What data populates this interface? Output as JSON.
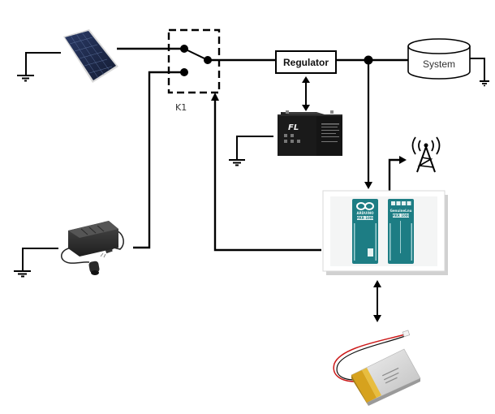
{
  "diagram": {
    "title": "Power supply block diagram",
    "components": {
      "solar_panel": {
        "name": "Solar panel",
        "icon": "solar-panel-icon"
      },
      "ac_adapter": {
        "name": "AC adapter",
        "icon": "ac-adapter-icon"
      },
      "relay": {
        "label": "K1"
      },
      "regulator": {
        "label": "Regulator"
      },
      "lead_acid_battery": {
        "name": "Battery",
        "brand": "FL",
        "icon": "battery-icon"
      },
      "system": {
        "label": "System"
      },
      "microcontroller": {
        "boards": [
          {
            "name": "ARDUINO",
            "model": "MKR 1000",
            "logo": "infinity-logo"
          },
          {
            "name": "GenuineLnu",
            "model": "MKR 1000"
          }
        ]
      },
      "antenna": {
        "icon": "radio-tower-icon"
      },
      "lipo_battery": {
        "icon": "lipo-battery-icon"
      }
    },
    "colors": {
      "line": "#000000",
      "board_teal": "#1d7d84",
      "solar_blue": "#1f2a4a",
      "battery_body": "#1a1a1a"
    }
  }
}
